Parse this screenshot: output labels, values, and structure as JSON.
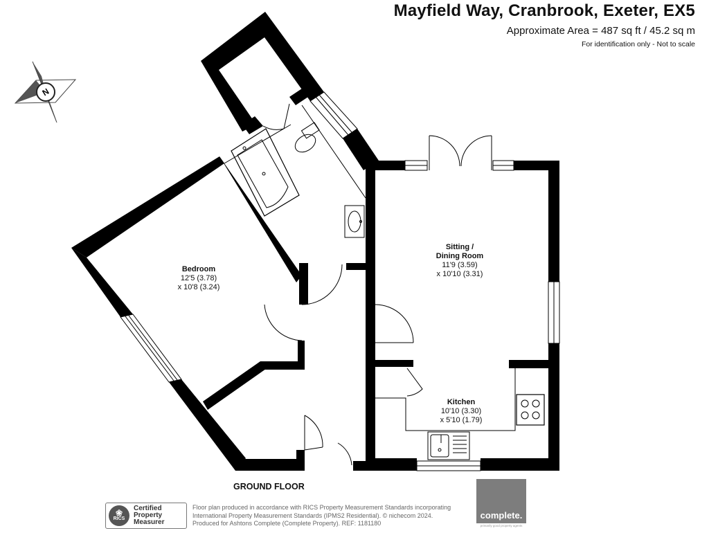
{
  "header": {
    "title": "Mayfield Way, Cranbrook, Exeter, EX5",
    "area": "Approximate Area = 487 sq ft / 45.2 sq m",
    "note": "For identification only - Not to scale"
  },
  "compass": {
    "letter": "N"
  },
  "rooms": [
    {
      "name": "Bedroom",
      "dim1": "12'5 (3.78)",
      "dim2": "x 10'8 (3.24)"
    },
    {
      "name": "Sitting /",
      "name2": "Dining Room",
      "dim1": "11'9 (3.59)",
      "dim2": "x 10'10 (3.31)"
    },
    {
      "name": "Kitchen",
      "dim1": "10'10 (3.30)",
      "dim2": "x 5'10 (1.79)"
    }
  ],
  "floor_label": "GROUND FLOOR",
  "footer": {
    "rics": {
      "mark": "RICS",
      "line1": "Certified",
      "line2": "Property",
      "line3": "Measurer"
    },
    "disclaimer": [
      "Floor plan produced in accordance with RICS Property Measurement Standards incorporating",
      "International Property Measurement Standards (IPMS2 Residential).  © nichecom 2024.",
      "Produced for Ashtons Complete (Complete Property).   REF:  1181180"
    ],
    "brand": "complete.",
    "brand_tagline": "primarily good property agents"
  }
}
